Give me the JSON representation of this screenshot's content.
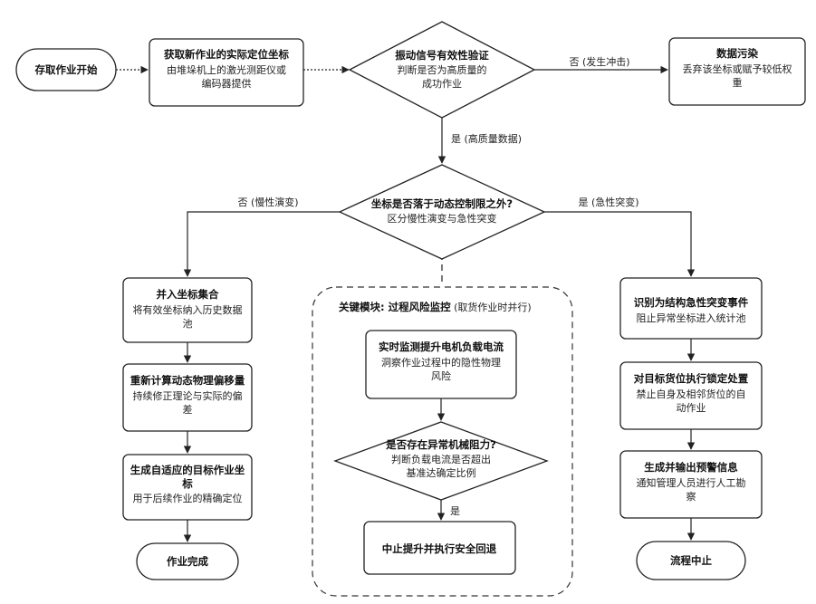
{
  "start": {
    "label": "存取作业开始"
  },
  "acquire": {
    "title": "获取新作业的实际定位坐标",
    "sub1": "由堆垛机上的激光测距仪或",
    "sub2": "编码器提供"
  },
  "vibration": {
    "title": "振动信号有效性验证",
    "sub1": "判断是否为高质量的",
    "sub2": "成功作业"
  },
  "contamination": {
    "title": "数据污染",
    "sub1": "丢弃该坐标或赋予较低权",
    "sub2": "重"
  },
  "edge_no_shock": "否 (发生冲击)",
  "edge_yes_quality": "是 (高质量数据)",
  "limit": {
    "title": "坐标是否落于动态控制限之外?",
    "sub": "区分慢性演变与急性突变"
  },
  "edge_no_chronic": "否 (慢性演变)",
  "edge_yes_acute": "是 (急性突变)",
  "left": {
    "merge": {
      "title": "并入坐标集合",
      "sub1": "将有效坐标纳入历史数据",
      "sub2": "池"
    },
    "recalc": {
      "title": "重新计算动态物理偏移量",
      "sub1": "持续修正理论与实际的偏",
      "sub2": "差"
    },
    "generate": {
      "title1": "生成自适应的目标作业坐",
      "title2": "标",
      "sub": "用于后续作业的精确定位"
    },
    "end": "作业完成"
  },
  "middle": {
    "module_title": "关键模块: 过程风险监控",
    "module_note": " (取货作业时并行)",
    "monitor": {
      "title": "实时监测提升电机负载电流",
      "sub1": "洞察作业过程中的隐性物理",
      "sub2": "风险"
    },
    "resistance": {
      "title": "是否存在异常机械阻力?",
      "sub1": "判断负载电流是否超出",
      "sub2": "基准达确定比例"
    },
    "edge_yes": "是",
    "stop": "中止提升并执行安全回退"
  },
  "right": {
    "identify": {
      "title": "识别为结构急性突变事件",
      "sub": "阻止异常坐标进入统计池"
    },
    "lock": {
      "title": "对目标货位执行锁定处置",
      "sub1": "禁止自身及相邻货位的自",
      "sub2": "动作业"
    },
    "alert": {
      "title": "生成并输出预警信息",
      "sub1": "通知管理人员进行人工勘",
      "sub2": "察"
    },
    "end": "流程中止"
  }
}
